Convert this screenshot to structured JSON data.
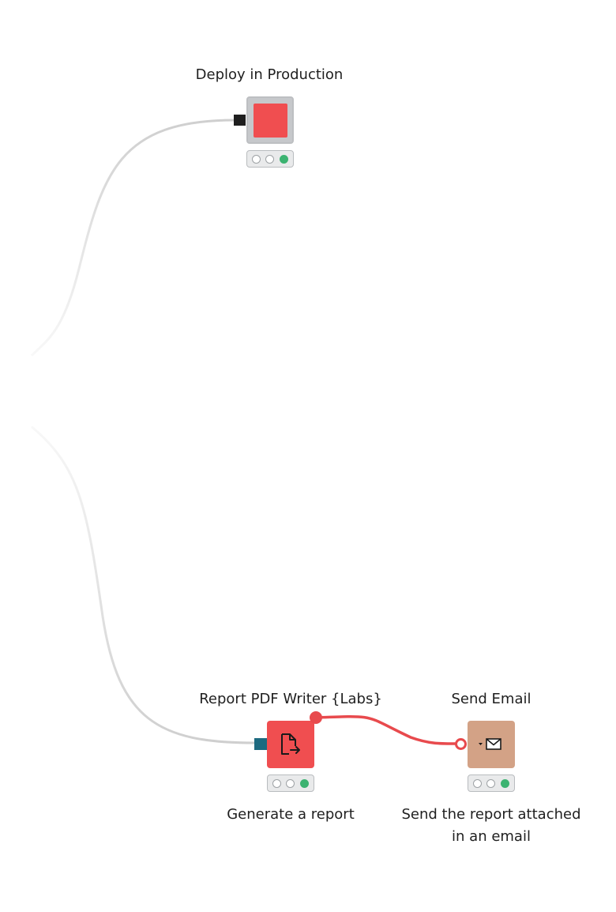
{
  "nodes": {
    "deploy": {
      "title": "Deploy in Production",
      "color": "#f04e50",
      "frame_color": "#c6c8cb",
      "status": [
        "idle",
        "idle",
        "executed"
      ],
      "input_port_color": "#1f1f1f"
    },
    "report_pdf": {
      "title": "Report PDF Writer {Labs}",
      "annotation": "Generate a report",
      "color": "#f04e50",
      "icon": "file-export-icon",
      "status": [
        "idle",
        "idle",
        "executed"
      ],
      "input_port_color": "#1d6a80",
      "output_port_color": "#e84a4d"
    },
    "send_email": {
      "title": "Send Email",
      "annotation": "Send the report attached in an email",
      "color": "#d3a286",
      "icon": "envelope-icon",
      "status": [
        "idle",
        "idle",
        "executed"
      ],
      "input_port_color": "#e84a4d"
    }
  },
  "colors": {
    "background": "#ffffff",
    "connector_gray": "#d4d4d4",
    "connector_red": "#e84a4d",
    "status_green": "#3cb371"
  }
}
